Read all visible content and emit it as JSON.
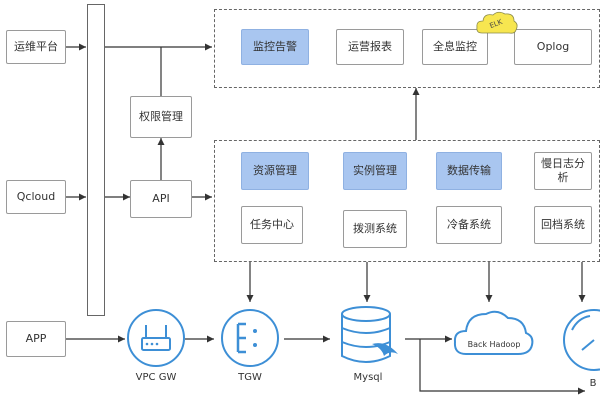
{
  "left": {
    "ops_platform": "运维平台",
    "qcloud": "Qcloud",
    "app": "APP"
  },
  "middle": {
    "permission": "权限管理",
    "api": "API"
  },
  "top_group": {
    "items": [
      "监控告警",
      "运营报表",
      "全息监控",
      "Oplog"
    ],
    "elk_badge": "ELK"
  },
  "mid_group": {
    "row1": [
      "资源管理",
      "实例管理",
      "数据传输",
      "慢日志分\n析"
    ],
    "row2": [
      "任务中心",
      "拨测系统",
      "冷备系统",
      "回档系统"
    ]
  },
  "bottom": {
    "vpc_gw": "VPC GW",
    "tgw": "TGW",
    "mysql": "Mysql",
    "back_hadoop": "Back Hadoop",
    "last_partial": "B"
  },
  "colors": {
    "highlight": "#a9c6f0",
    "icon_stroke": "#3d8fd6",
    "elk_cloud": "#f7e650"
  }
}
